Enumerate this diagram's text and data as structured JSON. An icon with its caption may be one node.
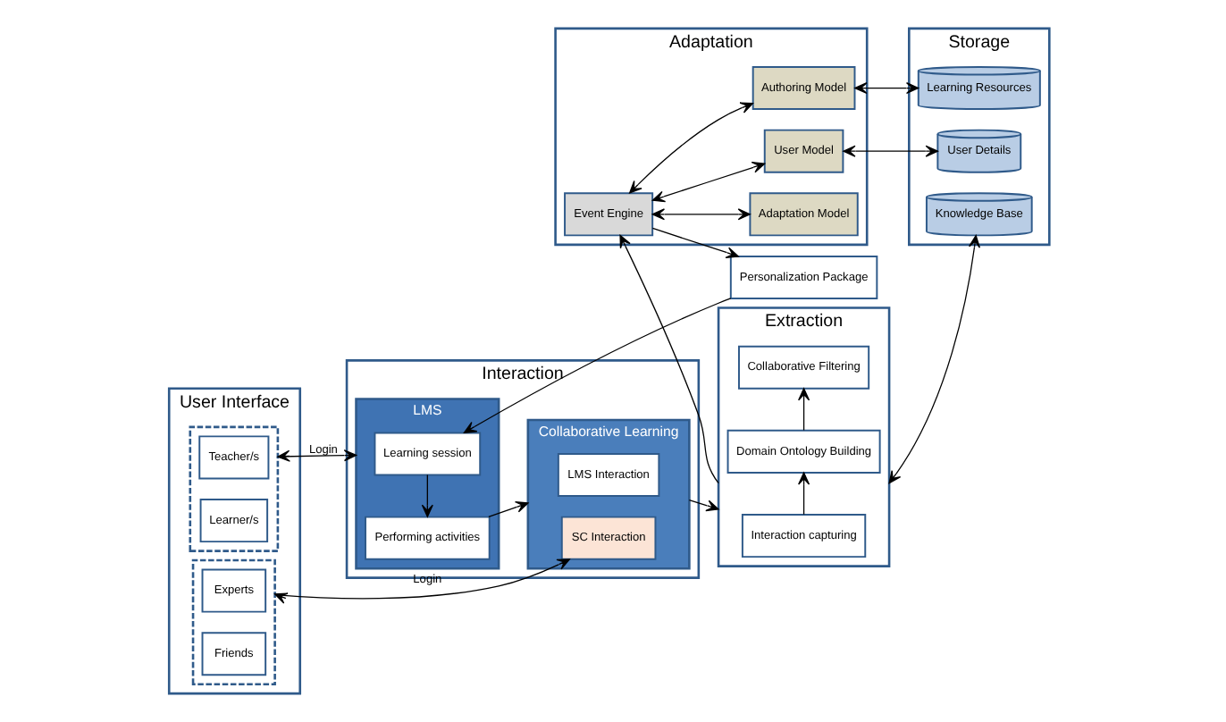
{
  "diagram": {
    "nodes": [
      {
        "text": [
          "User Interface"
        ]
      },
      {
        "text": [],
        "shape": "box",
        "in": 0
      },
      {
        "text": [
          "Teacher/s"
        ],
        "in": 1
      },
      {
        "text": [
          "Learner/s"
        ],
        "in": 1
      },
      {
        "text": [],
        "shape": "box",
        "in": 0
      },
      {
        "text": [
          "Experts"
        ],
        "in": 4
      },
      {
        "text": [
          "Friends"
        ],
        "in": 4
      },
      {
        "text": [
          "Interaction"
        ]
      },
      {
        "text": [
          "LMS"
        ],
        "in": 7
      },
      {
        "text": [
          "Learning session"
        ],
        "in": 8
      },
      {
        "text": [
          "Performing activities"
        ],
        "in": 8
      },
      {
        "text": [
          "Collaborative Learning"
        ],
        "in": 7
      },
      {
        "text": [
          "LMS Interaction"
        ],
        "in": 11
      },
      {
        "text": [
          "SC Interaction"
        ],
        "in": 11
      },
      {
        "text": [
          "Personalization Package"
        ]
      },
      {
        "text": [
          "Extraction"
        ]
      },
      {
        "text": [
          "Interaction capturing"
        ],
        "in": 15
      },
      {
        "text": [
          "Domain Ontology Building"
        ],
        "in": 15
      },
      {
        "text": [
          "Collaborative Filtering"
        ],
        "in": 15
      },
      {
        "text": [
          "Adaptation"
        ]
      },
      {
        "text": [
          "Event Engine"
        ],
        "in": 19
      },
      {
        "text": [
          "Adaptation Model"
        ],
        "in": 19
      },
      {
        "text": [
          "User Model"
        ],
        "in": 19
      },
      {
        "text": [
          "Authoring Model"
        ],
        "in": 19
      },
      {
        "text": [
          "Storage"
        ]
      },
      {
        "text": [
          "User Details"
        ],
        "in": 24
      },
      {
        "text": [
          "Learning Resources"
        ],
        "in": 24
      },
      {
        "text": [
          "Knowledge Base"
        ],
        "in": 24
      }
    ],
    "edges": [
      {
        "from": 1,
        "to": 8,
        "arrow": "both",
        "label": "Login"
      },
      {
        "from": 4,
        "to": 13,
        "arrow": "both",
        "label": "Login"
      },
      {
        "from": 9,
        "to": 10,
        "arrow": "to"
      },
      {
        "from": 10,
        "to": 11,
        "arrow": "to"
      },
      {
        "from": 14,
        "to": 9,
        "arrow": "to"
      },
      {
        "from": 20,
        "to": 14,
        "arrow": "to"
      },
      {
        "from": 11,
        "to": 15,
        "arrow": "to"
      },
      {
        "from": 15,
        "to": 20,
        "arrow": "to"
      },
      {
        "from": 16,
        "to": 17,
        "arrow": "to"
      },
      {
        "from": 17,
        "to": 18,
        "arrow": "to"
      },
      {
        "from": 20,
        "to": 21,
        "arrow": "both"
      },
      {
        "from": 20,
        "to": 22,
        "arrow": "both"
      },
      {
        "from": 20,
        "to": 23,
        "arrow": "both"
      },
      {
        "from": 22,
        "to": 25,
        "arrow": "both"
      },
      {
        "from": 23,
        "to": 26,
        "arrow": "both"
      },
      {
        "from": 15,
        "to": 27,
        "arrow": "both"
      }
    ]
  }
}
